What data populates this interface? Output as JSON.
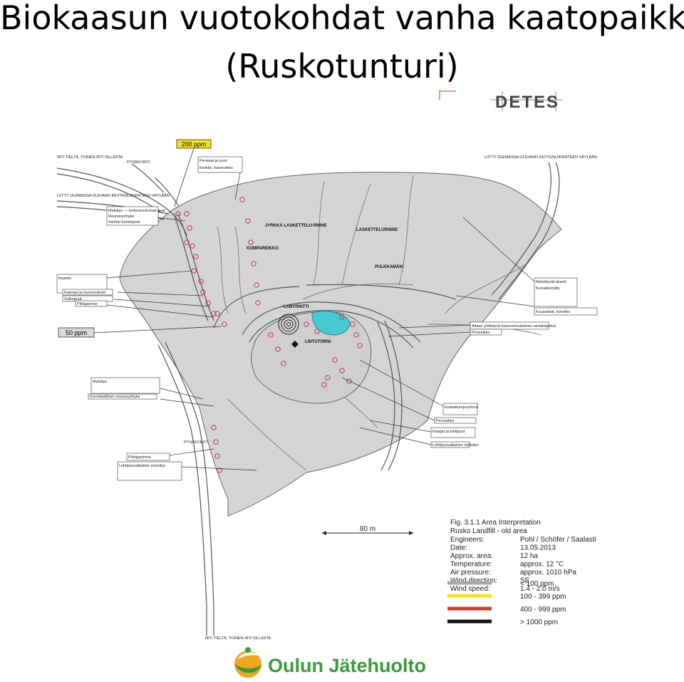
{
  "title": {
    "line1": "Biokaasun vuotokohdat vanha kaatopaikka",
    "line2": "(Ruskotunturi)"
  },
  "logos": {
    "detes": "DETES",
    "company": "Oulun Jätehuolto"
  },
  "callouts": {
    "ppm_200": "200 ppm",
    "ppm_50": "50 ppm"
  },
  "map_labels": {
    "pysakointi_top": "PYSÄKOINTI",
    "pysakointi_bottom": "PYSÄKOINTI",
    "laskettelurinne": "LASKETTELURINNE",
    "jyrkka_rinne": "JYRKKÄ LASKETTELU-RINNE",
    "kumpareikko": "KUMPAREIKKO",
    "pulkkamaki": "PULKKAMÄKI",
    "labyrintti": "LABYRINTTI",
    "lintutorni": "LINTUTORNI",
    "road_note_tl": "IRTI TIELTÄ, TOINEN IRTI SILLASTA",
    "road_note_tl2": "LIITTY OLEMASSA OLEVAAN KEVYENLIIKENTEEN VÄYLÄÄN",
    "road_note_tr": "LIITTY OLEMASSA OLEVAAN KEVYENLIIKENTEEN VÄYLÄÄN",
    "road_note_bottom": "IRTI TIELTÄ, TOINEN IRTI SILLASTA",
    "metsikko_note": "Metsitys — korkearunkoiset puut",
    "reuna_note": "Reunavyöhyke",
    "vanha_luonto": "Vanhat luontopuut",
    "kastelu": "Kastelu",
    "katsojat": "Katsojat ja luonnonkivet",
    "pihlaja": "Pihlajarinne",
    "aitaan": "Aitaan yhdistyvä luonnonmukainen rantakäytävä",
    "metsittyvat": "Metsittyvät alueet",
    "kiviteras": "Kivikko, kanervikko",
    "kuivakko": "Kuivakkoniitty",
    "pensaat": "Pensaat ja puut",
    "kukka": "Kukkakumpuryhmä",
    "pensaikko": "Pensaikko",
    "kuusi": "Kuusiaidat, koivikko",
    "lehtipuut": "Lehtipuuvaltainen metsitys",
    "metsitys_lower": "Metsitys",
    "katajat": "Katajat ja lehtipuut",
    "sulkapuut": "Sulkapuut",
    "kerroksellinen": "Kerroksellinen reunavyöhyke",
    "pihlajaryhma": "Pihlajaryhmä",
    "lehtipuuvalt": "Lehtipuuvaltainen metsitys"
  },
  "scale_bar": "80 m",
  "fig_info": {
    "caption1": "Fig. 3.1.1 Area Interpretation",
    "caption2": "Rusko Landfill - old area",
    "rows": [
      {
        "label": "Engineers:",
        "value": "Pohl / Schöfer / Saalasti"
      },
      {
        "label": "Date:",
        "value": "13.05.2013"
      },
      {
        "label": "Approx. area:",
        "value": "12 ha"
      },
      {
        "label": "Temperature:",
        "value": "approx. 12 °C"
      },
      {
        "label": "Air pressure:",
        "value": "approx. 1010 hPa"
      },
      {
        "label": "Wind direction:",
        "value": "SE"
      },
      {
        "label": "Wind speed:",
        "value": "1.4 - 2.0 m/s"
      }
    ]
  },
  "legend": [
    {
      "color": "#a9a9a9",
      "label": "< 100 ppm"
    },
    {
      "color": "#f5e12a",
      "label": "100 - 399 ppm"
    },
    {
      "color": "#d83a2a",
      "label": "400 - 999 ppm"
    },
    {
      "color": "#111111",
      "label": "> 1000 ppm"
    }
  ],
  "colors": {
    "landfill": "#d4d4d4",
    "pond": "#47c9d1",
    "callout_fill": "#f7e11e",
    "marker": "#c44a5e",
    "logo_green": "#3a9b3b",
    "logo_orange": "#f2a51d",
    "logo_blue": "#1f6fae"
  }
}
